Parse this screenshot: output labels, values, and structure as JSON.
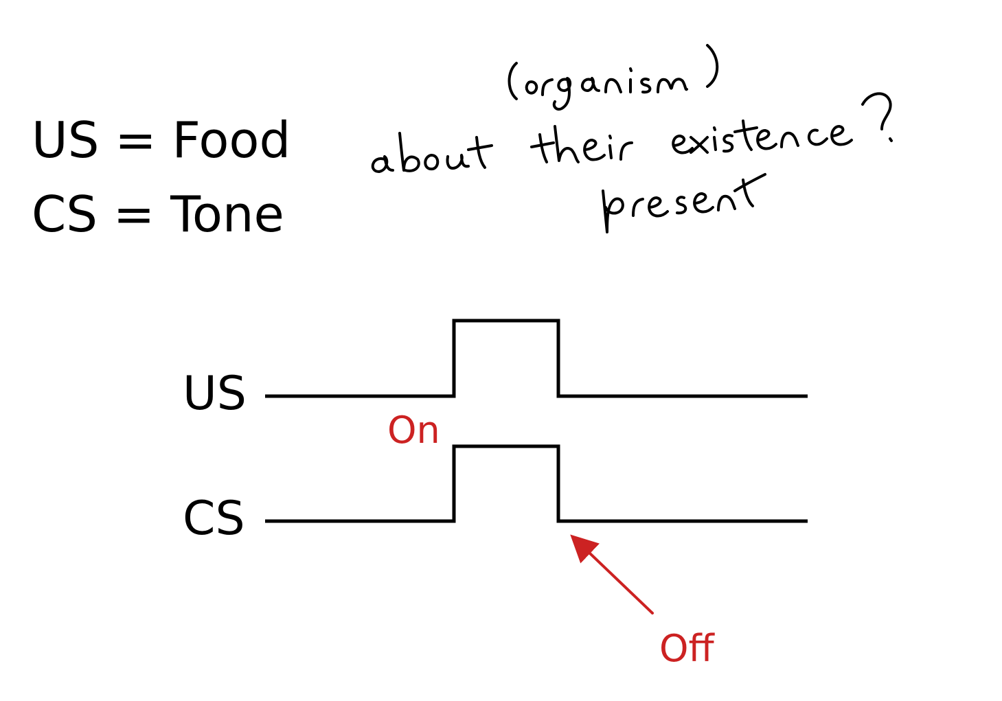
{
  "legend": {
    "us_line": "US = Food",
    "cs_line": "CS = Tone"
  },
  "handwritten_notes": {
    "line1": "(organism)",
    "line2": "about their existence?",
    "line3": "present"
  },
  "tracks": {
    "us_label": "US",
    "cs_label": "CS"
  },
  "annotations": {
    "on_label": "On",
    "off_label": "Off"
  },
  "colors": {
    "line": "#000000",
    "annotation": "#cc2222"
  }
}
